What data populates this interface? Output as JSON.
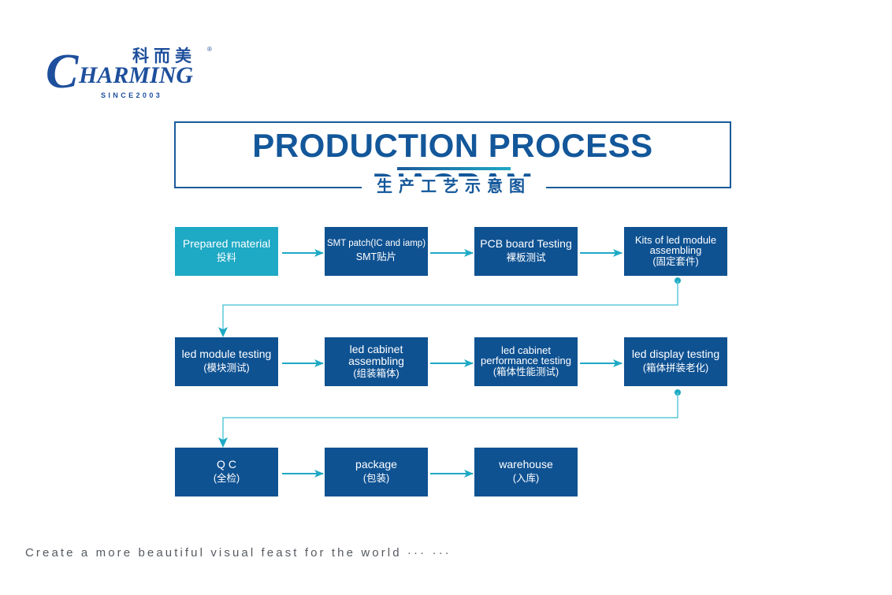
{
  "logo": {
    "initial": "C",
    "name_rest": "HARMING",
    "chinese_name": "科而美",
    "registered_mark": "®",
    "since": "SINCE2003",
    "color": "#1e4f9c"
  },
  "header": {
    "title": "PRODUCTION PROCESS DIAGRAM",
    "subtitle_cn": "生产工艺示意图",
    "color": "#13579a"
  },
  "colors": {
    "box_primary": "#0f5292",
    "box_first": "#1ea9c5",
    "arrow": "#1ea9c5",
    "connector": "#5cc8d8"
  },
  "steps": [
    {
      "en": "Prepared material",
      "cn": "投料"
    },
    {
      "en": "SMT patch(IC and iamp)",
      "cn": "SMT贴片"
    },
    {
      "en": "PCB board Testing",
      "cn": "裸板测试"
    },
    {
      "en": "Kits of led module assembling",
      "cn": "(固定套件)"
    },
    {
      "en": "led module testing",
      "cn": "(模块测试)"
    },
    {
      "en": "led cabinet assembling",
      "cn": "(组装箱体)"
    },
    {
      "en": "led cabinet performance testing",
      "cn": "(箱体性能测试)"
    },
    {
      "en": "led display testing",
      "cn": "(箱体拼装老化)"
    },
    {
      "en": "Q C",
      "cn": "(全检)"
    },
    {
      "en": "package",
      "cn": "(包装)"
    },
    {
      "en": "warehouse",
      "cn": "(入库)"
    }
  ],
  "footer": {
    "slogan": "Create a more beautiful visual feast for the world ··· ···"
  }
}
